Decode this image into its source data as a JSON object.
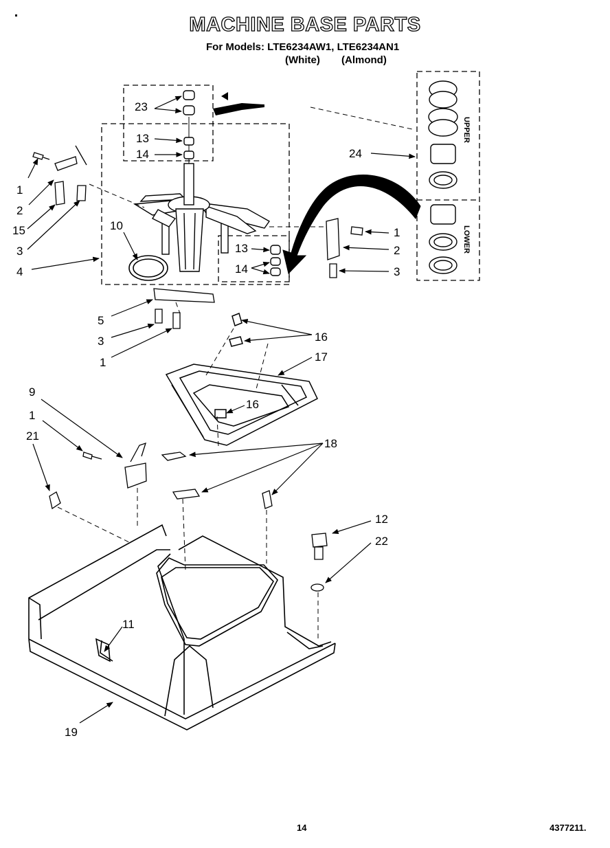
{
  "header": {
    "title": "MACHINE BASE PARTS",
    "models": "For Models: LTE6234AW1, LTE6234AN1",
    "color_white": "(White)",
    "color_almond": "(Almond)"
  },
  "side_panel": {
    "upper_label": "UPPER",
    "lower_label": "LOWER"
  },
  "callouts": {
    "c1a": "1",
    "c2a": "2",
    "c15": "15",
    "c3a": "3",
    "c4": "4",
    "c10": "10",
    "c23": "23",
    "c13a": "13",
    "c14a": "14",
    "c13b": "13",
    "c14b": "14",
    "c24": "24",
    "c1b": "1",
    "c2b": "2",
    "c3b": "3",
    "c5": "5",
    "c3c": "3",
    "c1c": "1",
    "c16a": "16",
    "c17": "17",
    "c16b": "16",
    "c9": "9",
    "c1d": "1",
    "c21": "21",
    "c18": "18",
    "c12": "12",
    "c22": "22",
    "c11": "11",
    "c19": "19"
  },
  "footer": {
    "page_number": "14",
    "doc_number": "4377211."
  }
}
